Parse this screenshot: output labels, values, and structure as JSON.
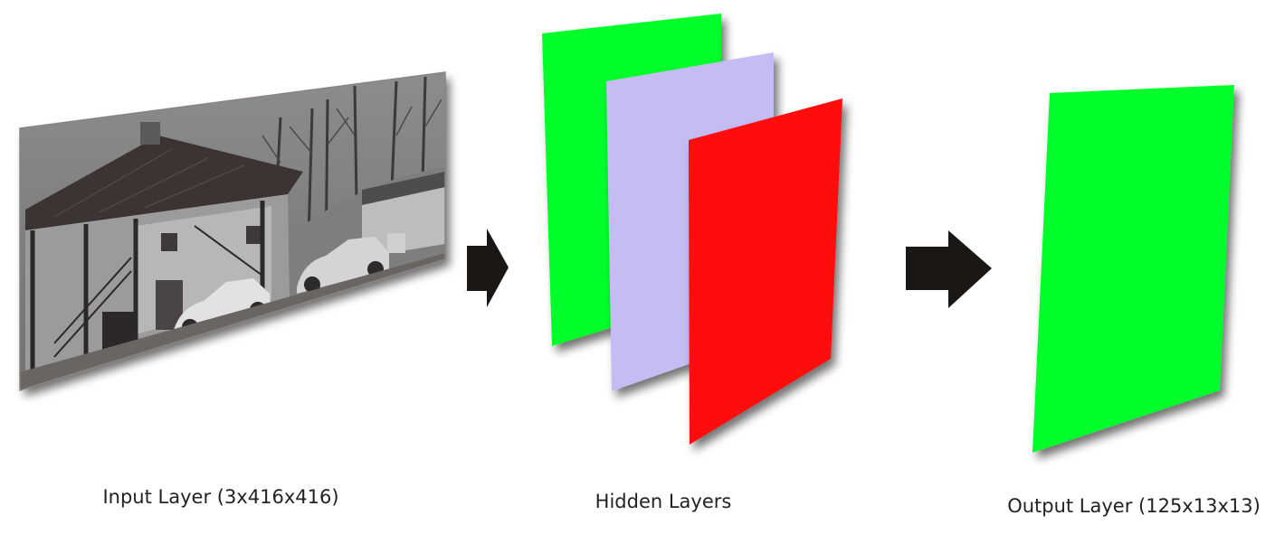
{
  "diagram": {
    "input_layer": {
      "label": "Input Layer (3x416x416)",
      "content": "grayscale photo of a house with a staircase, trees and parked cars"
    },
    "hidden_layers": {
      "label": "Hidden Layers",
      "planes": [
        {
          "color": "#00ff2a"
        },
        {
          "color": "#c4bcf3"
        },
        {
          "color": "#ff0a0e"
        }
      ]
    },
    "output_layer": {
      "label": "Output Layer (125x13x13)",
      "color": "#00ff2a"
    },
    "arrow_color": "#1a1714"
  }
}
